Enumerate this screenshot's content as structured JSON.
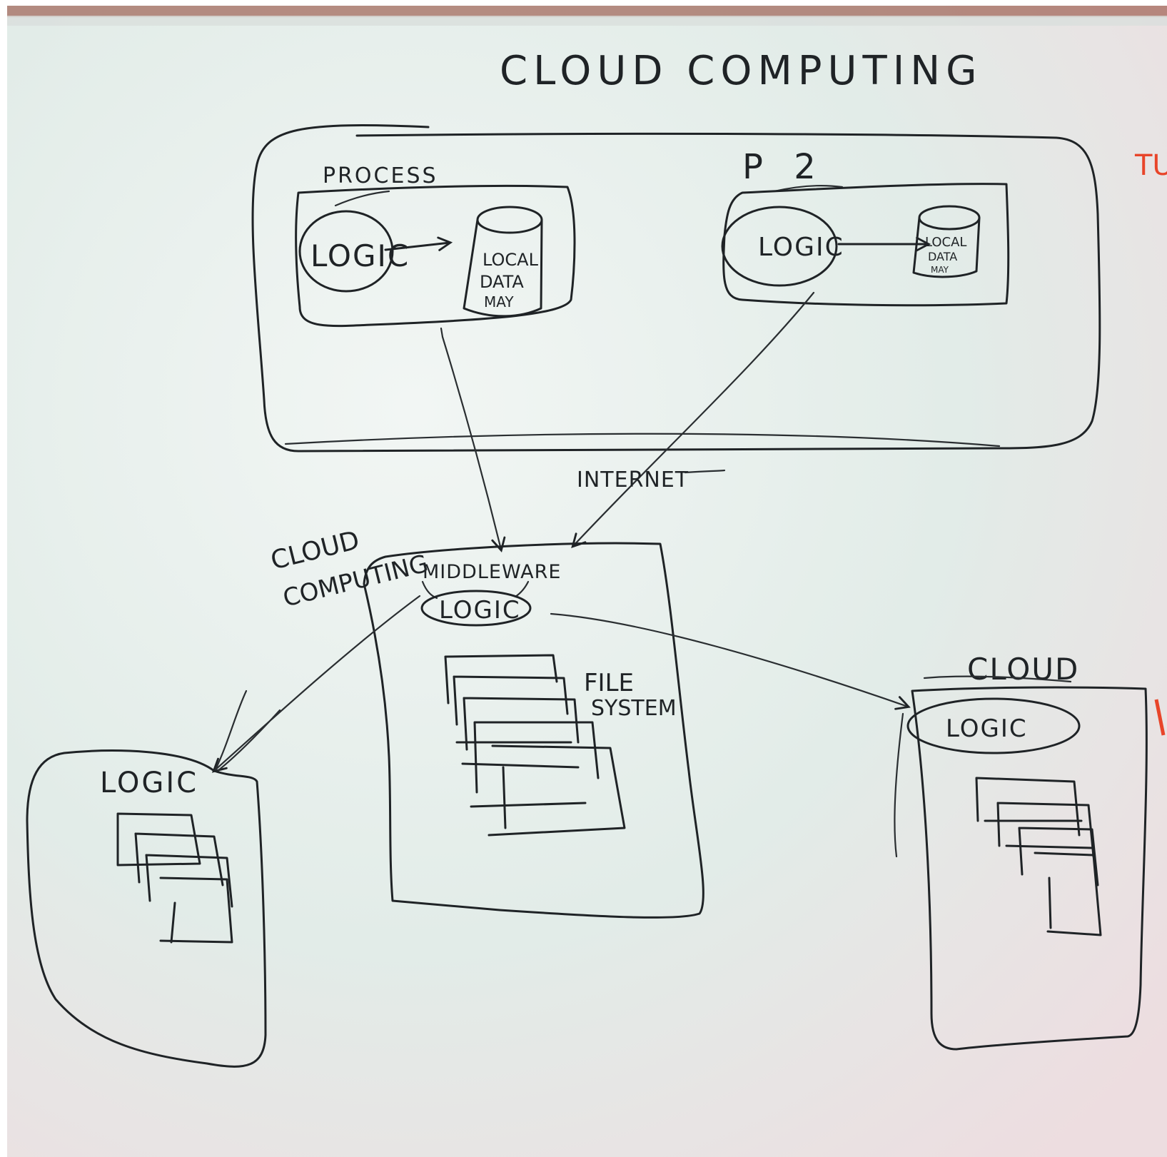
{
  "colors": {
    "board": "#e6eeea",
    "ink": "#1f2326",
    "marker_red": "#e8452a",
    "frame_top": "#8a3a2a"
  },
  "title": "CLOUD COMPUTING",
  "top_region": {
    "process1": {
      "label": "PROCESS",
      "logic_label": "LOGIC",
      "data_lines": [
        "LOCAL",
        "DATA",
        "MAY"
      ]
    },
    "process2": {
      "label": "P 2",
      "logic_label": "LOGIC",
      "data_lines": [
        "LOCAL",
        "DATA",
        "MAY"
      ]
    }
  },
  "internet_label": "INTERNET",
  "middle_region": {
    "side_label_lines": [
      "CLOUD",
      "COMPUTING"
    ],
    "middleware_label": "MIDDLEWARE",
    "logic_label": "LOGIC",
    "file_system_lines": [
      "FILE",
      "SYSTEM"
    ]
  },
  "left_region": {
    "logic_label": "LOGIC"
  },
  "right_region": {
    "cloud_label": "CLOUD",
    "logic_label": "LOGIC"
  },
  "margin_note": "TU"
}
